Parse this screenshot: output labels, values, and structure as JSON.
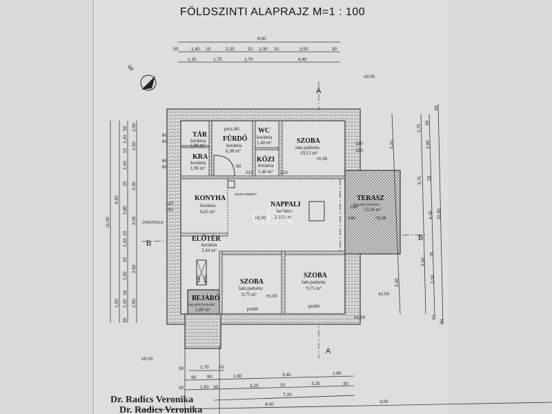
{
  "title": "FÖLDSZINTI ALAPRAJZ M=1 : 100",
  "signature": [
    "Dr. Radics Veronika",
    "Dr. Radics Veronika"
  ],
  "watermark": "GDN",
  "north_label": "É",
  "sections": {
    "a": "A",
    "b": "B"
  },
  "rooms": [
    {
      "name": "TÁR",
      "material": "kerámia",
      "area": "1,96 m²"
    },
    {
      "name": "KRA",
      "material": "kerámia",
      "area": "1,96 m²"
    },
    {
      "name": "FÜRDŐ",
      "material": "kerámia",
      "area": "6,38 m²"
    },
    {
      "name": "WC",
      "material": "kerámia",
      "area": "1,40 m²"
    },
    {
      "name": "KÖZI",
      "material": "kerámia",
      "area": "1,40 m²"
    },
    {
      "name": "SZOBA",
      "material": "lam.parketta",
      "area": "10,15 m²"
    },
    {
      "name": "KONYHA",
      "material": "kerámia",
      "area": "6,65 m²"
    },
    {
      "name": "NAPPALI",
      "material": "kerámia",
      "area": "23,93 m²"
    },
    {
      "name": "ELŐTÉR",
      "material": "kerámia",
      "area": "3,44 m²"
    },
    {
      "name": "SZOBA",
      "material": "lam.parketta",
      "area": "9,75 m²"
    },
    {
      "name": "SZOBA",
      "material": "lam.parketta",
      "area": "9,75 m²"
    },
    {
      "name": "BEJÁRÓ",
      "material": "fagyálló burkolat",
      "area": "1,80 m²"
    },
    {
      "name": "TERASZ",
      "material": "fagyálló burkolat",
      "area": "13,50 m²"
    }
  ],
  "notes": {
    "pm180": "pm1,80",
    "pm90": "pm90",
    "lvl030": "+0,30",
    "lvl028": "+0,28",
    "lvl000": "±0,00",
    "glass": "ÜVEGTÉGLA",
    "chimney": "30x30 KÉMÉNY",
    "d90": "90",
    "d210": "210",
    "d60": "60",
    "d100": "100",
    "d240": "240",
    "w60": "60",
    "w120": "120",
    "w150": "150",
    "w180": "180"
  },
  "dims": {
    "top": [
      [
        "9,00"
      ],
      [
        "30",
        "1,40",
        "10",
        "2,20",
        "10",
        "1,00",
        "10",
        "3,50",
        "30"
      ],
      [
        "1,15",
        "1,75",
        "1,70",
        "4,40"
      ]
    ],
    "bottom": [
      [
        "30",
        "1,70",
        "10"
      ],
      [
        "90",
        "90",
        "1,90",
        "3,40",
        "1,90"
      ],
      [
        "30",
        "1,50",
        "30",
        "3,25",
        "10",
        "3,25",
        "30"
      ],
      [
        "7,20"
      ],
      [
        "9,00",
        "3,00"
      ]
    ],
    "left": [
      [
        "11,00"
      ],
      [
        "9,50",
        "1,50"
      ],
      [
        "30",
        "1,40",
        "15",
        "1,40",
        "25",
        "2,80",
        "10",
        "1,10",
        "25",
        "1,50",
        "30",
        "1,20",
        "30"
      ],
      [
        "1,00",
        "1,50",
        "2,35",
        "2,05",
        "2,60",
        "1,50"
      ]
    ],
    "right": [
      [
        "3,20",
        "3,30"
      ],
      [
        "1,75",
        "3,75",
        "3,50"
      ],
      [
        "30",
        "2,90",
        "25",
        "4,30",
        "25",
        "3,30",
        "30"
      ],
      [
        "60",
        "11,00",
        "60"
      ]
    ]
  }
}
